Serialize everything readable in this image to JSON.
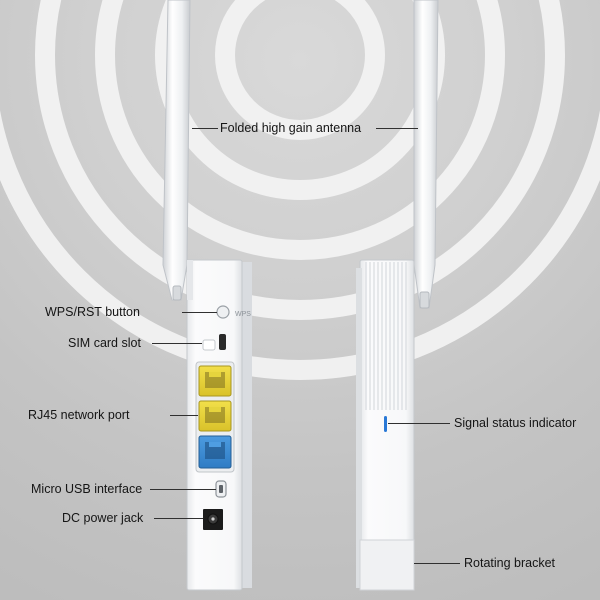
{
  "labels": {
    "antenna": "Folded high gain antenna",
    "wps": "WPS/RST button",
    "sim": "SIM card slot",
    "rj45": "RJ45 network port",
    "usb": "Micro USB interface",
    "dc": "DC power jack",
    "signal": "Signal status indicator",
    "bracket": "Rotating bracket"
  },
  "colors": {
    "background": "#c8c8c8",
    "ring": "#f3f3f3",
    "device_body": "#f5f6f8",
    "lan_port": "#e9d437",
    "wan_port": "#3e8fd4",
    "led": "#2a79d6"
  },
  "icons": {
    "wps_button": "wps-icon",
    "usb_port": "usb-port-icon"
  }
}
